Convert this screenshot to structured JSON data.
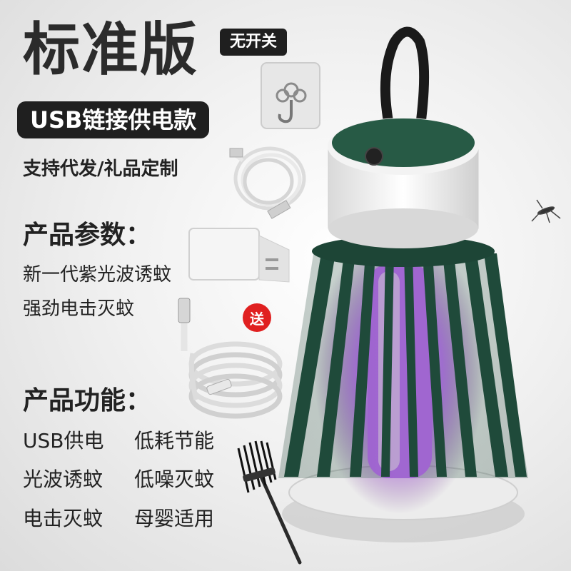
{
  "title": "标准版",
  "no_switch_badge": "无开关",
  "usb_badge": "USB链接供电款",
  "support_text": "支持代发/礼品定制",
  "params": {
    "heading": "产品参数：",
    "lines": [
      "新一代紫光波诱蚊",
      "强劲电击灭蚊"
    ]
  },
  "gift_badge": "送",
  "functions": {
    "heading": "产品功能：",
    "items": [
      "USB供电",
      "低耗节能",
      "光波诱蚊",
      "低噪灭蚊",
      "电击灭蚊",
      "母婴适用"
    ]
  },
  "colors": {
    "lamp_green": "#1f4a3a",
    "uv_purple": "#b84dff",
    "badge_dark": "#1f1f1f",
    "gift_red": "#e02020"
  },
  "icons": [
    "hook-icon",
    "usb-cable-icon",
    "power-adapter-icon",
    "coiled-cable-icon",
    "cleaning-brush-icon",
    "mosquito-icon",
    "mosquito-lamp"
  ]
}
